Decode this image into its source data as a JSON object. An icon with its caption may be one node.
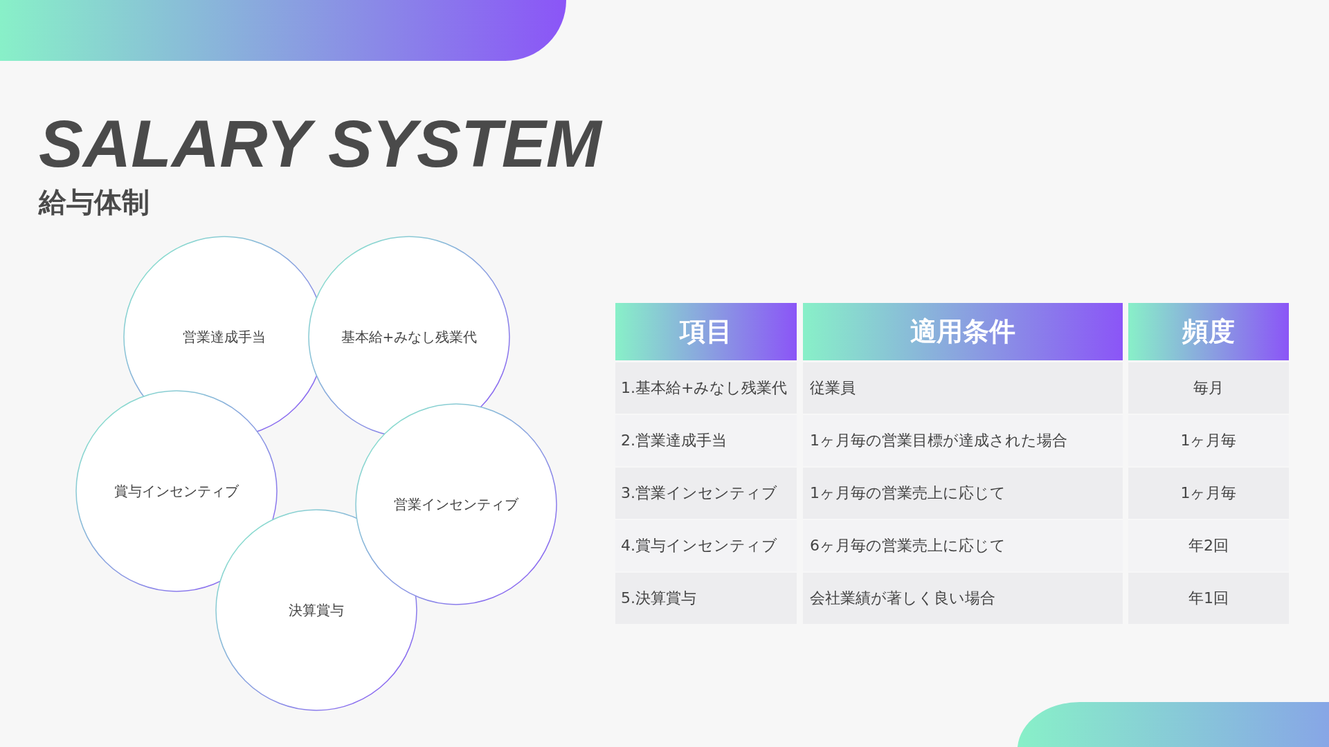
{
  "diagram": {
    "title": "SALARY SYSTEM",
    "nodes": [
      {
        "text": [
          "営業達成手当"
        ]
      },
      {
        "text": [
          "基本給+みなし残業代"
        ]
      },
      {
        "text": [
          "賞与インセンティブ"
        ]
      },
      {
        "text": [
          "決算賞与"
        ]
      },
      {
        "text": [
          "営業インセンティブ"
        ]
      }
    ],
    "edges": [],
    "labels": [
      "給与体制",
      "項目",
      "適用条件",
      "頻度",
      "1.基本給+みなし残業代",
      "従業員",
      "毎月",
      "2.営業達成手当",
      "1ヶ月毎の営業目標が達成された場合",
      "1ヶ月毎",
      "3.営業インセンティブ",
      "1ヶ月毎の営業売上に応じて",
      "1ヶ月毎",
      "4.賞与インセンティブ",
      "6ヶ月毎の営業売上に応じて",
      "年2回",
      "5.決算賞与",
      "会社業績が著しく良い場合",
      "年1回"
    ]
  }
}
